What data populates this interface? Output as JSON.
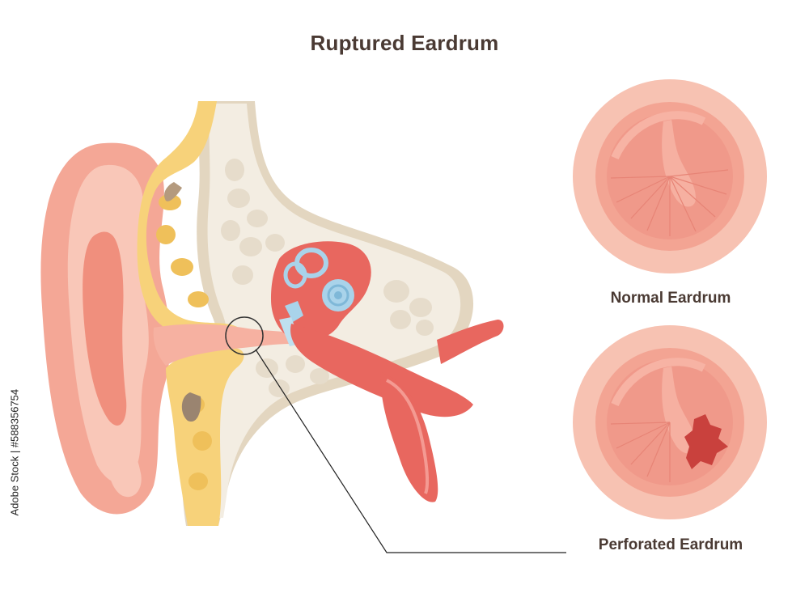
{
  "title": "Ruptured Eardrum",
  "labels": {
    "normal": "Normal Eardrum",
    "perforated": "Perforated Eardrum"
  },
  "stock_id": "Adobe Stock | #588356754",
  "colors": {
    "title_text": "#4a3a33",
    "skin": "#f4a796",
    "skin_light": "#f9c7b8",
    "fat_yellow": "#f7d27a",
    "bone": "#f3ede2",
    "bone_outline": "#e3d6c0",
    "muscle": "#e8675f",
    "inner_ear_blue": "#a9d3ea",
    "eardrum_outer": "#f7c2b2",
    "eardrum_inner": "#f0998a",
    "perforation": "#c9413d"
  }
}
